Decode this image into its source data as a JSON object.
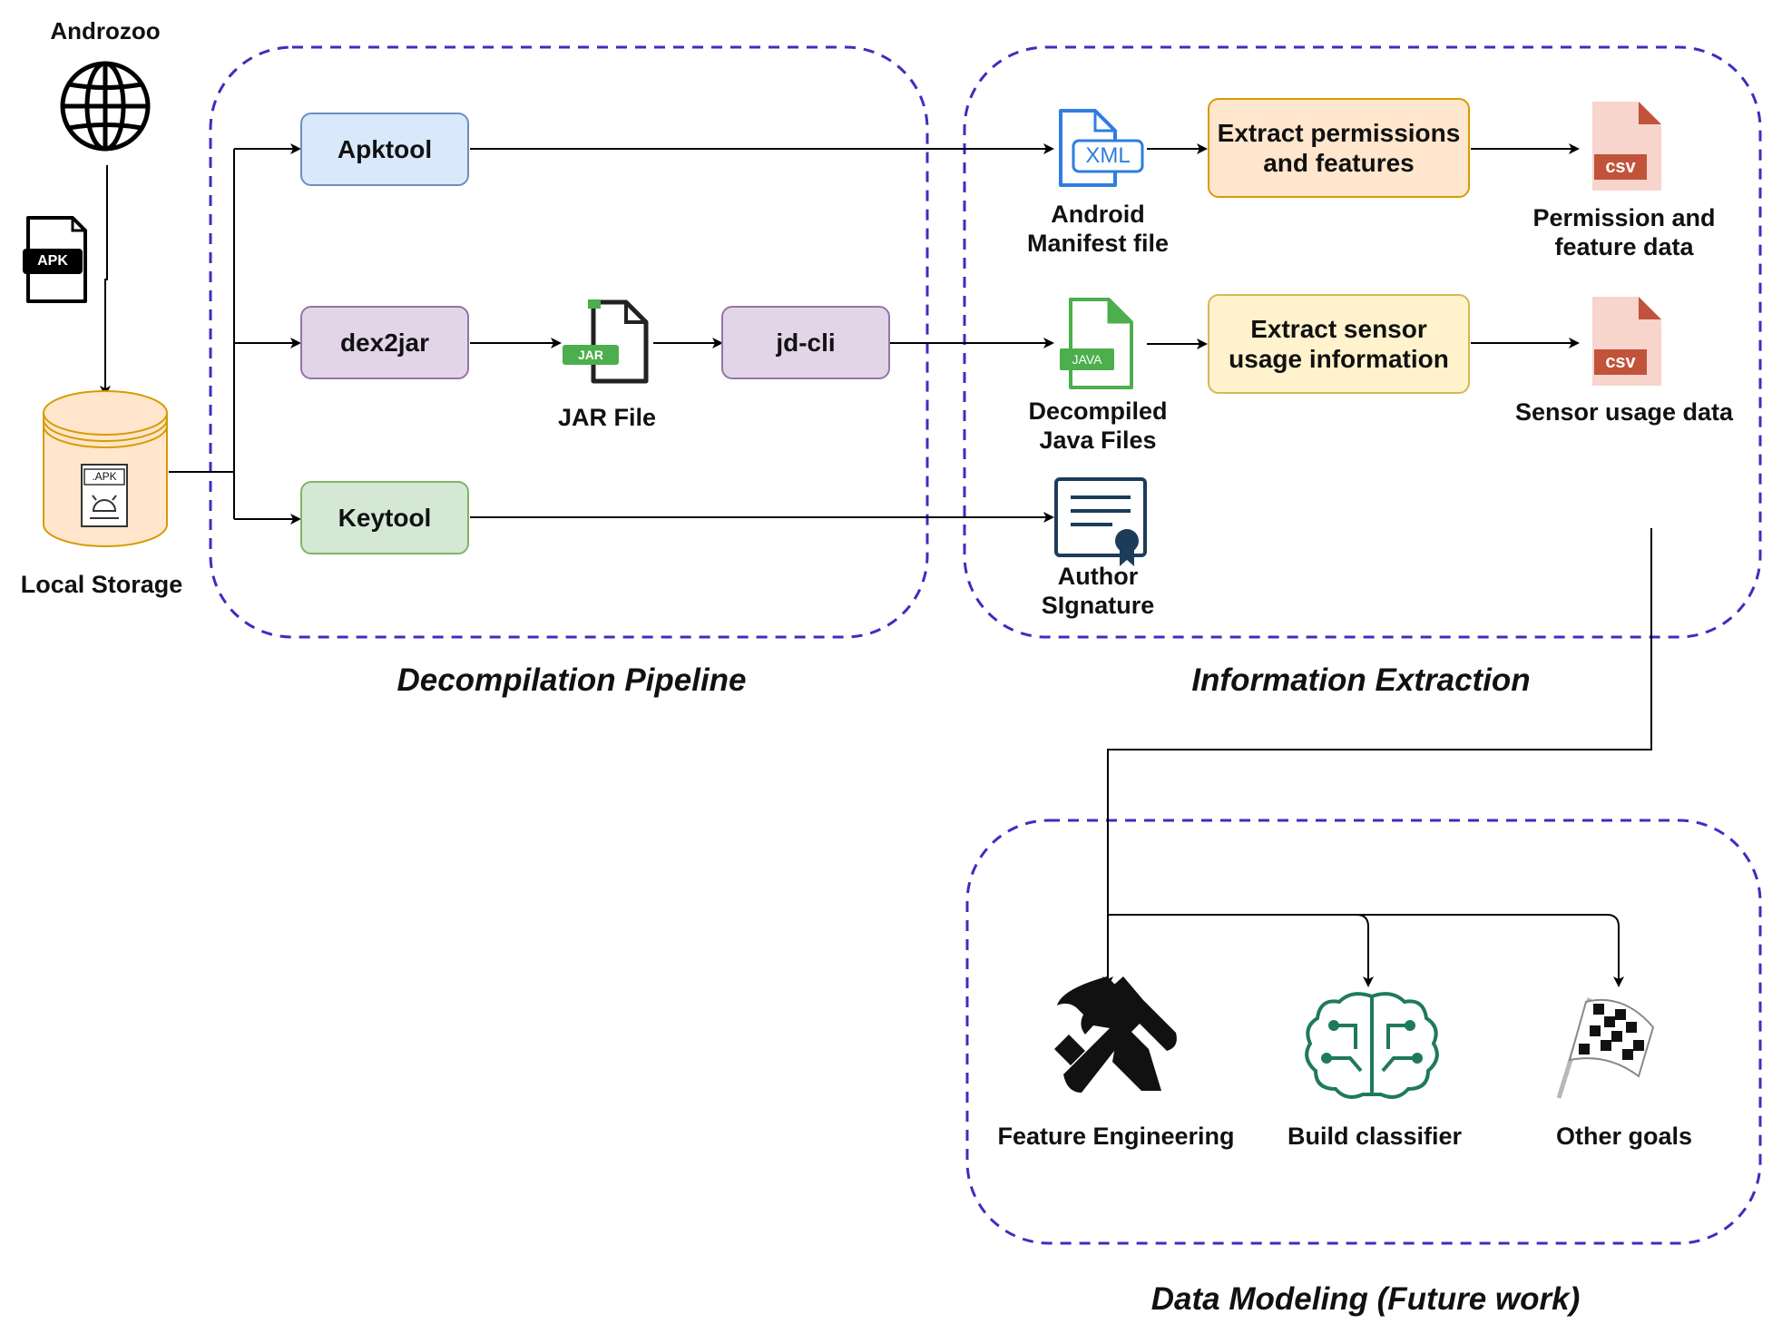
{
  "sources": {
    "androzoo_label": "Androzoo",
    "apk_badge": "APK",
    "storage_label": "Local Storage",
    "storage_badge": ".APK"
  },
  "decompilation": {
    "group_title": "Decompilation Pipeline",
    "apktool": "Apktool",
    "dex2jar": "dex2jar",
    "jar_badge": "JAR",
    "jar_label": "JAR File",
    "jdcli": "jd-cli",
    "keytool": "Keytool"
  },
  "extraction": {
    "group_title": "Information Extraction",
    "xml_badge": "XML",
    "manifest_label": "Android\nManifest file",
    "java_badge": "JAVA",
    "java_label": "Decompiled\nJava Files",
    "signature_label": "Author\nSIgnature",
    "extract_permissions": "Extract permissions\nand features",
    "extract_sensor": "Extract sensor\nusage information",
    "csv_badge_1": "csv",
    "csv_badge_2": "csv",
    "permission_data_label": "Permission and\nfeature data",
    "sensor_data_label": "Sensor usage data"
  },
  "modeling": {
    "group_title": "Data Modeling (Future work)",
    "feature_engineering": "Feature Engineering",
    "build_classifier": "Build classifier",
    "other_goals": "Other goals"
  },
  "colors": {
    "group_border": "#3a2fbf",
    "blue_fill": "#dae8fc",
    "blue_stroke": "#6c8ebf",
    "purple_fill": "#e1d5e7",
    "purple_stroke": "#9673a6",
    "green_fill": "#d5e8d4",
    "green_stroke": "#82b366",
    "orange_fill": "#ffe6cc",
    "orange_stroke": "#d79b00",
    "yellow_fill": "#fff2cc",
    "yellow_stroke": "#d6b656",
    "csv_fill": "#f7d4cc",
    "csv_badge": "#c0533a",
    "xml_blue": "#2f7de1",
    "java_green": "#4cae4c"
  }
}
